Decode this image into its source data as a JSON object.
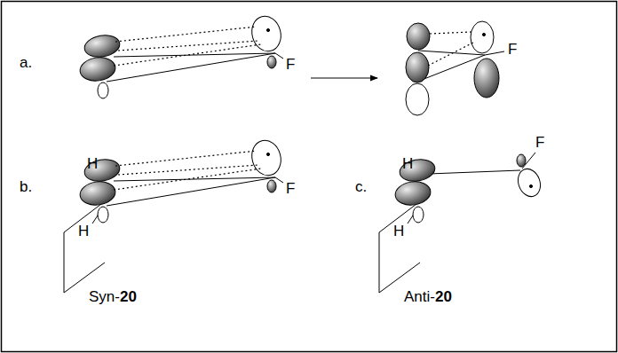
{
  "diagram": {
    "labels": [
      "a.",
      "F",
      "F",
      "b.",
      "H",
      "H",
      "F",
      "Syn-",
      "20",
      "c.",
      "H",
      "H",
      "F",
      "Anti-",
      "20"
    ]
  }
}
